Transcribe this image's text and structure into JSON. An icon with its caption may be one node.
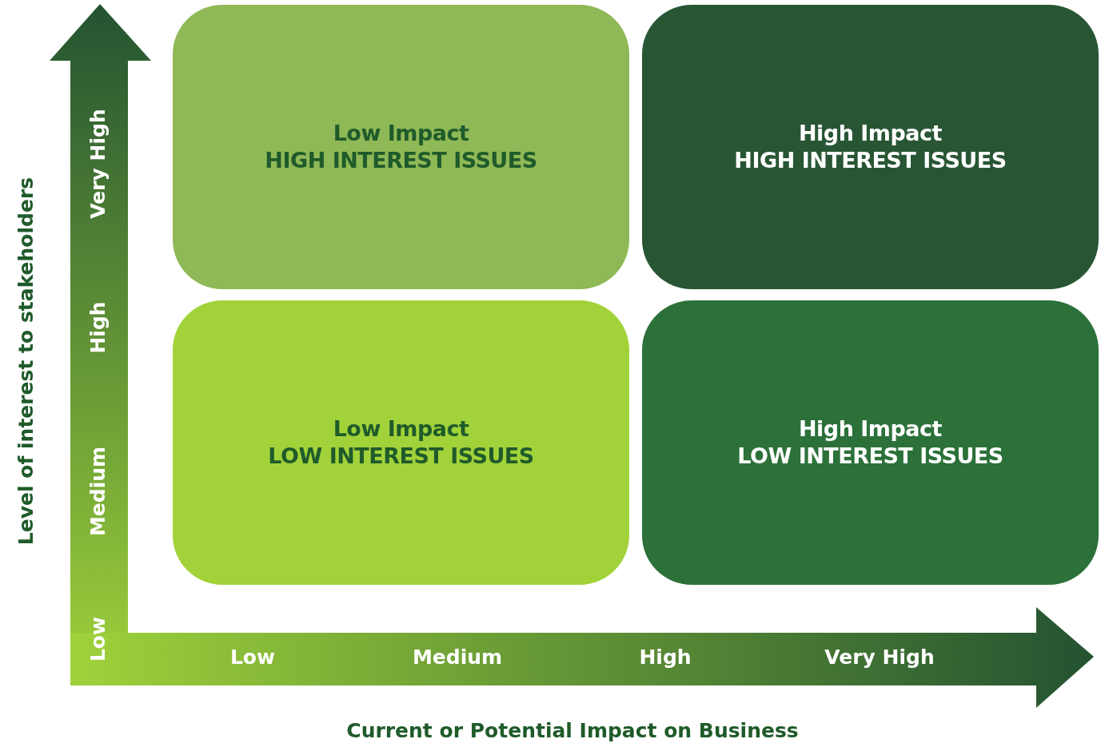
{
  "diagram": {
    "nodes": [
      {
        "text": [
          "Low Impact",
          "HIGH INTEREST ISSUES"
        ]
      },
      {
        "text": [
          "High Impact",
          "HIGH INTEREST ISSUES"
        ]
      },
      {
        "text": [
          "Low Impact",
          "LOW INTEREST ISSUES"
        ]
      },
      {
        "text": [
          "High Impact",
          "LOW INTEREST ISSUES"
        ]
      }
    ],
    "edges": [],
    "labels": [
      "Level of interest to stakeholders",
      "Very High",
      "High",
      "Medium",
      "Low",
      "Low",
      "Medium",
      "High",
      "Very High",
      "Current or Potential Impact on Business"
    ]
  }
}
